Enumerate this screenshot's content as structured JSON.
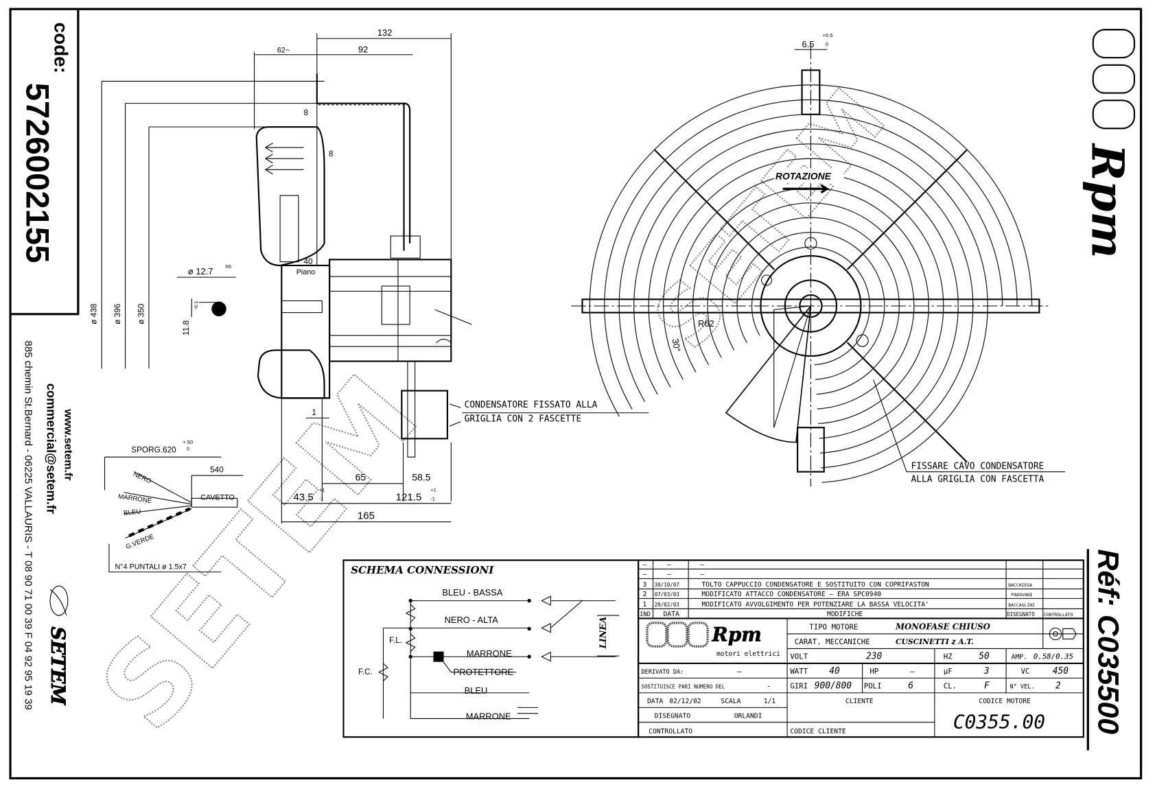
{
  "code_label": "code:",
  "code_value": "5726002155",
  "company": {
    "website": "www.setem.fr",
    "email": "commercial@setem.fr",
    "address": "885 chemin St.Bernard  -  06225 VALLAURIS  -  T 08 90 71 00 39   F 04 92 95 19 39",
    "logo_text": "SETEM",
    "watermark": "SETEM"
  },
  "brand": {
    "logo_text": "Rpm",
    "subtitle": "motori elettrici"
  },
  "reference": "Réf: C035500",
  "side_view": {
    "dims": {
      "d132": "132",
      "d92": "92",
      "d62": "62~",
      "d8a": "8",
      "d8b": "8",
      "d40": "40",
      "piano": "Piano",
      "shaft_dia": "ø 12.7",
      "shaft_tol": "h5",
      "flat": "11.8",
      "flat_tol": "-0.1",
      "d438": "ø 438",
      "d396": "ø 396",
      "d350": "ø 350",
      "d1": "1",
      "d65": "65",
      "d43_5": "43.5",
      "d121_5": "121.5",
      "d165": "165",
      "d58_5": "58.5",
      "tol_pm1": "+1",
      "tol_m1": "-1"
    },
    "condensatore_note_1": "CONDENSATORE FISSATO ALLA",
    "condensatore_note_2": "GRIGLIA CON 2 FASCETTE"
  },
  "cable": {
    "sporg": "SPORG.620",
    "sporg_tol_top": "+ 50",
    "sporg_tol_bot": "0",
    "d540": "540",
    "cavetto": "CAVETTO",
    "wires": [
      "NERO",
      "MARRONE",
      "BLEU",
      "G.VERDE"
    ],
    "puntali": "N°4 PUNTALI ø 1.5x7"
  },
  "front_view": {
    "slot": "6.5",
    "slot_tol_top": "+0.5",
    "slot_tol_bot": "0",
    "rotazione": "ROTAZIONE",
    "r62": "R62",
    "angle": "30°",
    "fissare_1": "FISSARE CAVO CONDENSATORE",
    "fissare_2": "ALLA GRIGLIA CON FASCETTA"
  },
  "schema": {
    "title": "SCHEMA CONNESSIONI",
    "bleu_bassa": "BLEU - BASSA",
    "nero_alta": "NERO - ALTA",
    "marrone": "MARRONE",
    "protettore": "PROTETTORE",
    "bleu": "BLEU",
    "marrone2": "MARRONE",
    "fl": "F.L.",
    "fc": "F.C.",
    "linea": "LINEA"
  },
  "revisions": [
    {
      "ind": "–",
      "date": "–",
      "desc": "–",
      "by": "",
      "ctrl": ""
    },
    {
      "ind": "–",
      "date": "–",
      "desc": "–",
      "by": "",
      "ctrl": ""
    },
    {
      "ind": "3",
      "date": "30/10/07",
      "desc": "TOLTO CAPPUCCIO CONDENSATORE E SOSTITUITO CON COPRIFASTON",
      "by": "BACCHIEGA",
      "ctrl": ""
    },
    {
      "ind": "2",
      "date": "07/03/03",
      "desc": "MODIFICATO ATTACCO CONDENSATORE – ERA SPC0940",
      "by": "PADOVANI",
      "ctrl": ""
    },
    {
      "ind": "1",
      "date": "20/02/03",
      "desc": "MODIFICATO AVVOLGIMENTO PER POTENZIARE LA BASSA VELOCITA'",
      "by": "BACCAGLINI",
      "ctrl": ""
    }
  ],
  "rev_headers": {
    "ind": "IND",
    "date": "DATA",
    "desc": "MODIFICHE",
    "by": "DISEGNATO",
    "ctrl": "CONTROLLATO"
  },
  "specs": {
    "tipo_motore_label": "TIPO MOTORE",
    "tipo_motore": "MONOFASE CHIUSO",
    "carat_label": "CARAT. MECCANICHE",
    "carat": "CUSCINETTI z A.T.",
    "volt_label": "VOLT",
    "volt": "230",
    "hz_label": "HZ",
    "hz": "50",
    "amp_label": "AMP.",
    "amp": "0.58/0.35",
    "watt_label": "WATT",
    "watt": "40",
    "hp_label": "HP",
    "hp": "—",
    "uf_label": "µF",
    "uf": "3",
    "vc_label": "VC",
    "vc": "450",
    "giri_label": "GIRI",
    "giri": "900/800",
    "poli_label": "POLI",
    "poli": "6",
    "cl_label": "CL.",
    "cl": "F",
    "vel_label": "N° VEL.",
    "vel": "2",
    "derivato_label": "DERIVATO DA:",
    "derivato": "—",
    "sostituisce_label": "SOSTITUISCE PARI NUMERO DEL",
    "sostituisce": "-",
    "data_label": "DATA",
    "data": "02/12/02",
    "scala_label": "SCALA",
    "scala": "1/1",
    "disegnato_label": "DISEGNATO",
    "disegnato": "ORLANDI",
    "controllato_label": "CONTROLLATO",
    "cliente_label": "CLIENTE",
    "codice_cliente_label": "CODICE CLIENTE",
    "codice_motore_label": "CODICE MOTORE",
    "codice_motore": "C0355.00"
  }
}
